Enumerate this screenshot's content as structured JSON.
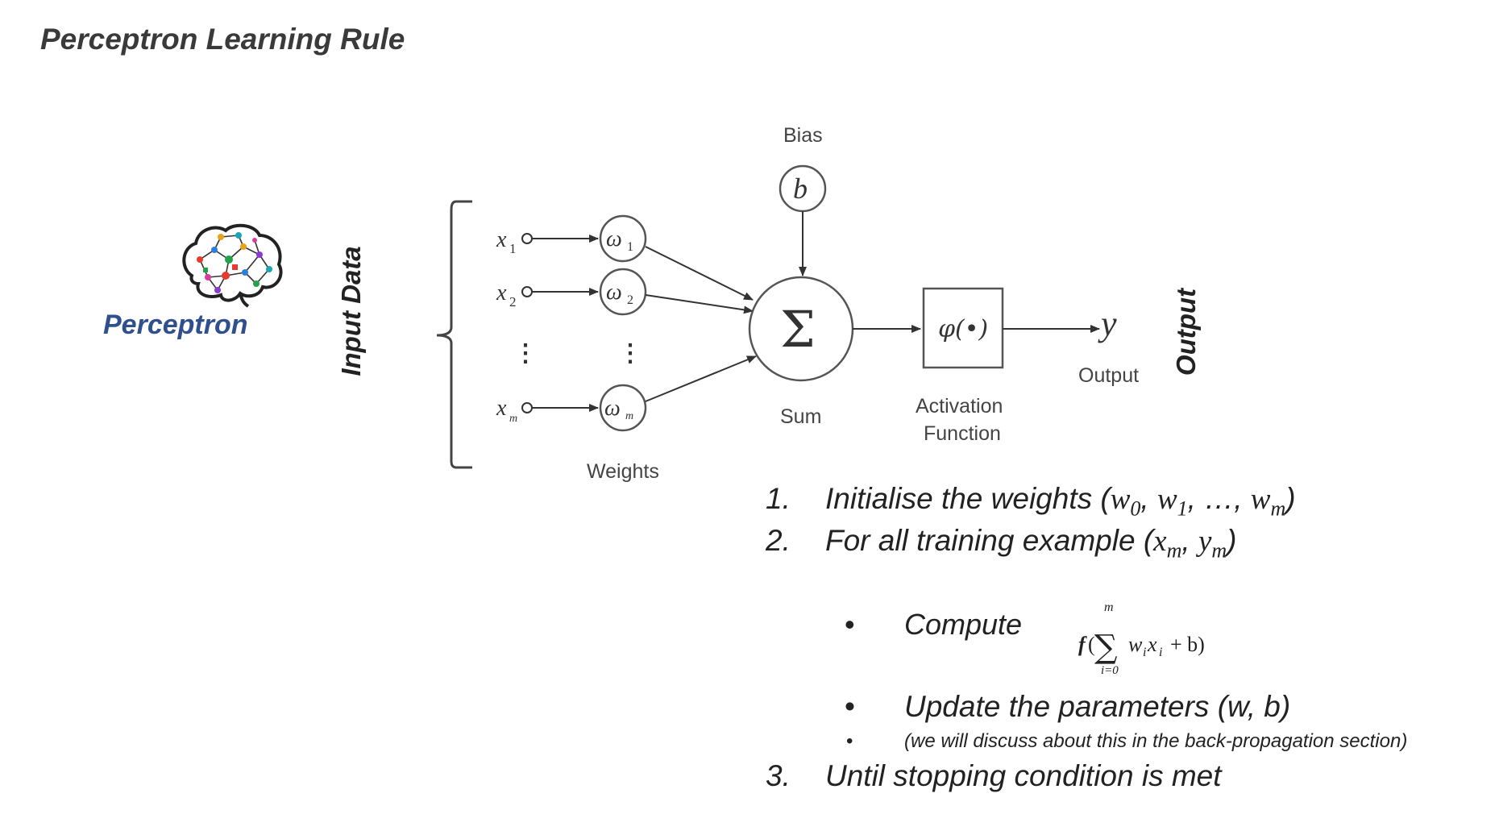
{
  "title": "Perceptron Learning Rule",
  "sidebar": {
    "label": "Perceptron",
    "icon": "brain-network-icon"
  },
  "diagram": {
    "input_axis_label": "Input Data",
    "output_axis_label": "Output",
    "inputs": [
      "x",
      "x",
      "x"
    ],
    "input_subscripts": [
      "1",
      "2",
      "m"
    ],
    "weights": [
      "ω",
      "ω",
      "ω"
    ],
    "weight_subscripts": [
      "1",
      "2",
      "m"
    ],
    "ellipsis": "⋮",
    "weights_caption": "Weights",
    "bias_caption": "Bias",
    "bias_symbol": "b",
    "sum_symbol": "Σ",
    "sum_caption": "Sum",
    "activation_symbol": "φ(•)",
    "activation_caption_line1": "Activation",
    "activation_caption_line2": "Function",
    "output_symbol": "y",
    "output_caption": "Output"
  },
  "steps": {
    "s1_num": "1.",
    "s1_text": "Initialise the weights (",
    "s1_math": "w",
    "s1_sub0": "0",
    "s1_sep1": ", ",
    "s1_sub1": "1",
    "s1_sep2": ", …, ",
    "s1_subm": "m",
    "s1_close": ")",
    "s2_num": "2.",
    "s2_text": "For all training example (",
    "s2_x": "x",
    "s2_xsub": "m",
    "s2_sep": ", ",
    "s2_y": "y",
    "s2_ysub": "m",
    "s2_close": ")",
    "b1_dot": "•",
    "b1_text": "Compute",
    "formula_f": "f",
    "formula_upper": "m",
    "formula_lower": "i=0",
    "formula_body": "w",
    "formula_i1": "i",
    "formula_x": "x",
    "formula_i2": "i",
    "formula_tail": "+ b)",
    "b2_dot": "•",
    "b2_text": "Update the parameters (w, b)",
    "b3_dot": "•",
    "b3_text": "(we will discuss about this in the back-propagation section)",
    "s3_num": "3.",
    "s3_text": "Until stopping condition is met"
  }
}
